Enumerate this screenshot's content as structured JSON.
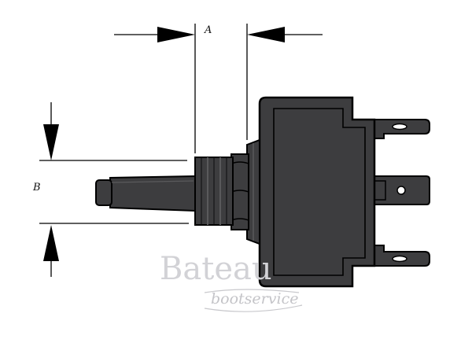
{
  "diagram": {
    "labels": {
      "dimension_a": "A",
      "dimension_b": "B"
    },
    "colors": {
      "body_fill": "#3d3d3f",
      "body_shade": "#5a5a5c",
      "outline": "#000000",
      "background": "#ffffff"
    },
    "watermark": {
      "brand": "Bateau",
      "tagline": "bootservice"
    }
  }
}
